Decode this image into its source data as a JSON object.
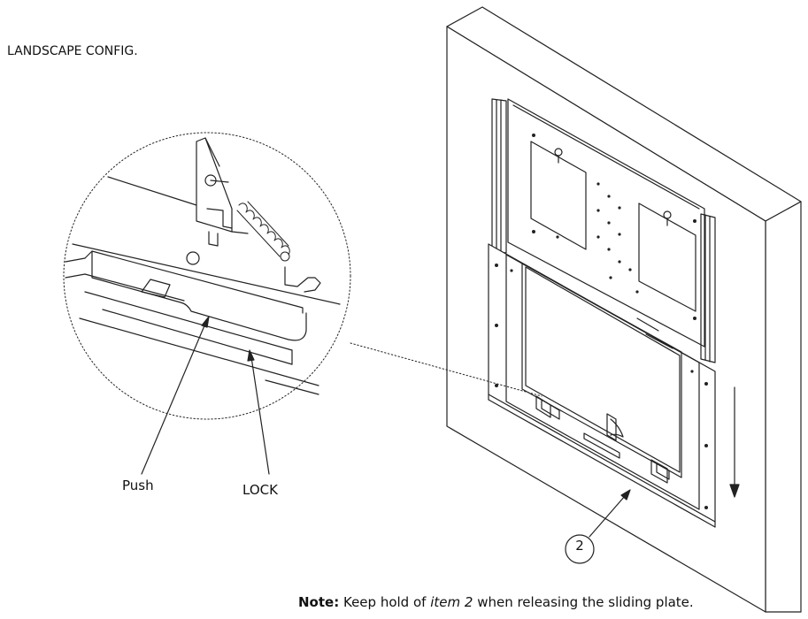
{
  "config_title": "LANDSCAPE CONFIG.",
  "labels": {
    "push": "Push",
    "lock": "LOCK"
  },
  "callout": {
    "item_number": "2"
  },
  "note": {
    "prefix": "Note:",
    "text_before": "Keep hold of",
    "item_ref": "item 2",
    "text_after": "when releasing the sliding plate."
  }
}
